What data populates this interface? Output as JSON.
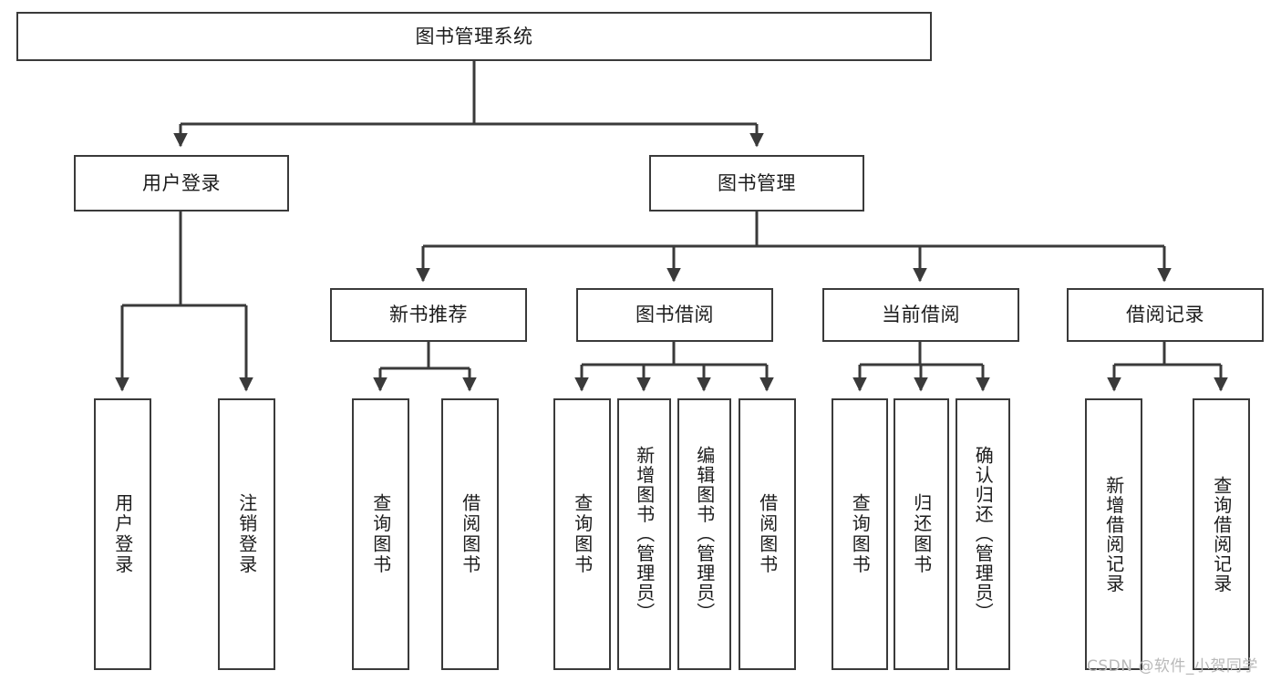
{
  "diagram": {
    "title": "图书管理系统",
    "watermark": "CSDN @软件_小贺同学",
    "line_color": "#3a3a3a",
    "background": "#ffffff",
    "text_color": "#1c1c1c",
    "watermark_color": "#b9b9b9"
  },
  "nodes": {
    "root": {
      "label": "图书管理系统"
    },
    "level2": [
      {
        "id": "user-login",
        "label": "用户登录"
      },
      {
        "id": "book-manage",
        "label": "图书管理"
      }
    ],
    "level3": [
      {
        "id": "new-book-recommend",
        "label": "新书推荐"
      },
      {
        "id": "book-borrow",
        "label": "图书借阅"
      },
      {
        "id": "current-borrow",
        "label": "当前借阅"
      },
      {
        "id": "borrow-record",
        "label": "借阅记录"
      }
    ],
    "leaves": {
      "user_login": [
        {
          "id": "leaf-user-login",
          "label": "用户登录"
        },
        {
          "id": "leaf-logout-login",
          "label": "注销登录"
        }
      ],
      "new_book_recommend": [
        {
          "id": "leaf-query-book-1",
          "label": "查询图书"
        },
        {
          "id": "leaf-borrow-book-1",
          "label": "借阅图书"
        }
      ],
      "book_borrow": [
        {
          "id": "leaf-query-book-2",
          "label": "查询图书"
        },
        {
          "id": "leaf-add-book",
          "label": "新增图书（管理员）"
        },
        {
          "id": "leaf-edit-book",
          "label": "编辑图书（管理员）"
        },
        {
          "id": "leaf-borrow-book-2",
          "label": "借阅图书"
        }
      ],
      "current_borrow": [
        {
          "id": "leaf-query-book-3",
          "label": "查询图书"
        },
        {
          "id": "leaf-return-book",
          "label": "归还图书"
        },
        {
          "id": "leaf-confirm-return",
          "label": "确认归还（管理员）"
        }
      ],
      "borrow_record": [
        {
          "id": "leaf-add-record",
          "label": "新增借阅记录"
        },
        {
          "id": "leaf-query-record",
          "label": "查询借阅记录"
        }
      ]
    }
  }
}
